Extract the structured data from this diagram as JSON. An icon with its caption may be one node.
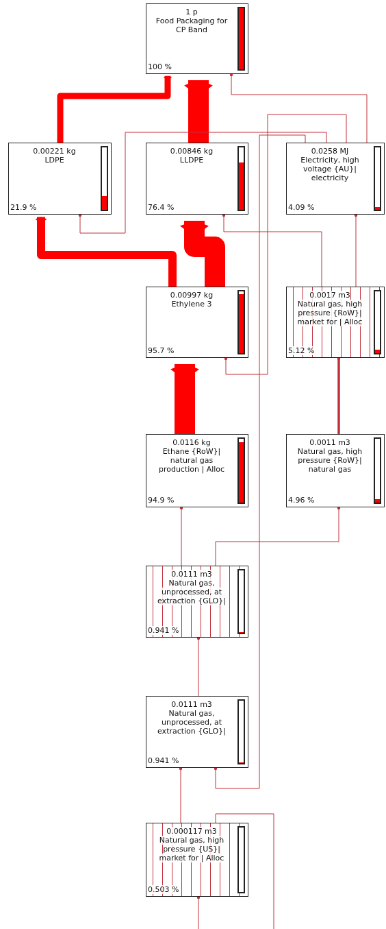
{
  "diagram": {
    "nodes": [
      {
        "text": [
          "1 p",
          "Food Packaging for CP Band",
          "100 %"
        ]
      },
      {
        "text": [
          "0.00221 kg",
          "LDPE",
          "21.9 %"
        ]
      },
      {
        "text": [
          "0.00846 kg",
          "LLDPE",
          "76.4 %"
        ]
      },
      {
        "text": [
          "0.0258 MJ",
          "Electricity, high voltage {AU}| electricity",
          "4.09 %"
        ]
      },
      {
        "text": [
          "0.00997 kg",
          "Ethylene 3",
          "95.7 %"
        ]
      },
      {
        "text": [
          "0.0017 m3",
          "Natural gas, high pressure {RoW}| market for | Alloc",
          "5.12 %"
        ]
      },
      {
        "text": [
          "0.0116 kg",
          "Ethane {RoW}| natural gas production | Alloc",
          "94.9 %"
        ]
      },
      {
        "text": [
          "0.0011 m3",
          "Natural gas, high pressure {RoW}| natural gas",
          "4.96 %"
        ]
      },
      {
        "text": [
          "0.0111 m3",
          "Natural gas, unprocessed, at extraction {GLO}|",
          "0.941 %"
        ]
      },
      {
        "text": [
          "0.0111 m3",
          "Natural gas, unprocessed, at extraction {GLO}|",
          "0.941 %"
        ]
      },
      {
        "text": [
          "0.000117 m3",
          "Natural gas, high pressure {US}| market for | Alloc",
          "0.503 %"
        ]
      }
    ],
    "edges": [
      {
        "from": 1,
        "to": 0,
        "arrow": "to",
        "style": "thick",
        "color": "#ff0000"
      },
      {
        "from": 2,
        "to": 0,
        "arrow": "to",
        "style": "thick",
        "color": "#ff0000"
      },
      {
        "from": 3,
        "to": 0,
        "arrow": "other"
      },
      {
        "from": 3,
        "to": 1,
        "arrow": "other"
      },
      {
        "from": 3,
        "to": 4,
        "arrow": "other"
      },
      {
        "from": 3,
        "to": 9,
        "arrow": "other"
      },
      {
        "from": 4,
        "to": 1,
        "arrow": "to",
        "style": "thick",
        "color": "#ff0000"
      },
      {
        "from": 4,
        "to": 2,
        "arrow": "to",
        "style": "thick",
        "color": "#ff0000"
      },
      {
        "from": 5,
        "to": 2,
        "arrow": "other"
      },
      {
        "from": 5,
        "to": 3,
        "arrow": "other"
      },
      {
        "from": 6,
        "to": 4,
        "arrow": "to",
        "style": "thick",
        "color": "#ff0000"
      },
      {
        "from": 7,
        "to": 5,
        "arrow": "other",
        "style": "thick"
      },
      {
        "from": 8,
        "to": 6,
        "arrow": "other"
      },
      {
        "from": 8,
        "to": 7,
        "arrow": "other"
      },
      {
        "from": 9,
        "to": 8,
        "arrow": "other"
      },
      {
        "from": 10,
        "to": 9,
        "arrow": "other"
      },
      {
        "from": null,
        "to": 10,
        "arrow": "other"
      },
      {
        "from": 10,
        "to": null,
        "arrow": "none"
      }
    ]
  }
}
